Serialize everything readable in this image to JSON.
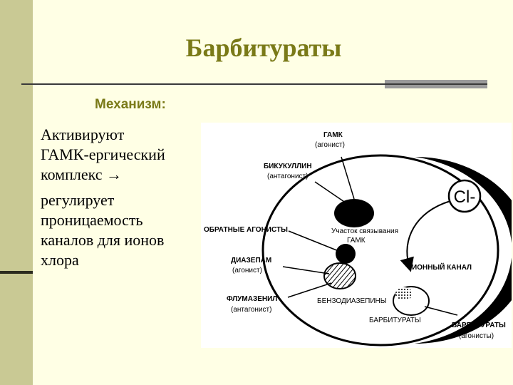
{
  "slide": {
    "title": "Барбитураты",
    "subtitle": "Механизм:",
    "body": {
      "line1": "Активируют",
      "line2": "ГАМК-ергический",
      "line3": "комплекс →",
      "line4": "регулирует",
      "line5": "проницаемость",
      "line6": "каналов для ионов",
      "line7": "хлора"
    }
  },
  "diagram": {
    "gaba": "ГАМК",
    "gaba_role": "(агонист)",
    "bicuculline": "БИКУКУЛЛИН",
    "bicuculline_role": "(антагонист)",
    "chloride": "Cl-",
    "inverse_agonists": "ОБРАТНЫЕ АГОНИСТЫ",
    "binding_site_1": "Участок связывания",
    "binding_site_2": "ГАМК",
    "diazepam": "ДИАЗЕПАМ",
    "diazepam_role": "(агонист)",
    "ion_channel": "ИОННЫЙ КАНАЛ",
    "flumazenil": "ФЛУМАЗЕНИЛ",
    "flumazenil_role": "(антагонист)",
    "benzodiazepines": "БЕНЗОДИАЗЕПИНЫ",
    "barbiturates": "БАРБИТУРАТЫ",
    "barbiturates_agonists": "БАРБИТУРАТЫ",
    "barbiturates_role": "(агонисты)"
  },
  "colors": {
    "background": "#ffffe5",
    "sidebar": "#c9c994",
    "title": "#7a7a18"
  }
}
